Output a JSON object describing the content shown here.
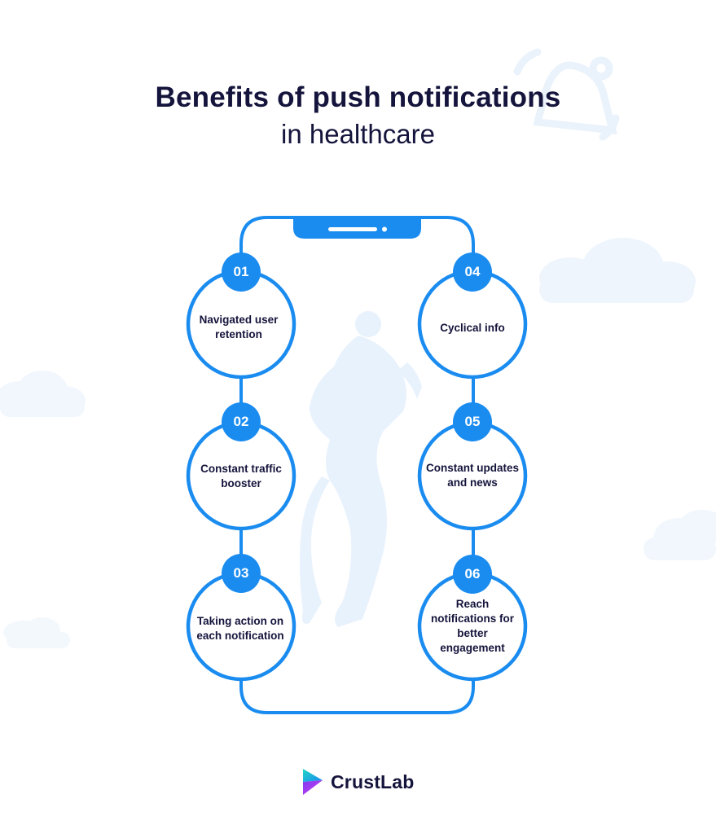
{
  "title": {
    "line1": "Benefits of push notifications",
    "line2": "in healthcare"
  },
  "steps": [
    {
      "number": "01",
      "label": "Navigated user retention"
    },
    {
      "number": "02",
      "label": "Constant traffic booster"
    },
    {
      "number": "03",
      "label": "Taking action on each notification"
    },
    {
      "number": "04",
      "label": "Cyclical info"
    },
    {
      "number": "05",
      "label": "Constant updates and news"
    },
    {
      "number": "06",
      "label": "Reach notifications for better engagement"
    }
  ],
  "logo": {
    "text": "CrustLab",
    "icon": "crustlab-logo-icon"
  },
  "colors": {
    "accent": "#1a8cf0",
    "text": "#14143c",
    "background_shapes": "#eef5fc"
  }
}
